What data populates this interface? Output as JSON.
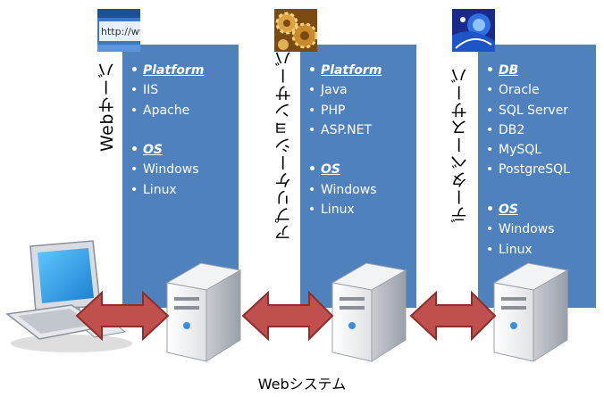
{
  "servers": [
    {
      "label": "Webサーバ",
      "items": [
        {
          "type": "head",
          "text": "Platform"
        },
        {
          "type": "item",
          "text": "IIS"
        },
        {
          "type": "item",
          "text": "Apache"
        },
        {
          "type": "gap",
          "text": ""
        },
        {
          "type": "head",
          "text": "OS"
        },
        {
          "type": "item",
          "text": "Windows"
        },
        {
          "type": "item",
          "text": "Linux"
        }
      ]
    },
    {
      "label": "アプリケーションサーバ",
      "items": [
        {
          "type": "head",
          "text": "Platform"
        },
        {
          "type": "item",
          "text": "Java"
        },
        {
          "type": "item",
          "text": "PHP"
        },
        {
          "type": "item",
          "text": "ASP.NET"
        },
        {
          "type": "gap",
          "text": ""
        },
        {
          "type": "head",
          "text": "OS"
        },
        {
          "type": "item",
          "text": "Windows"
        },
        {
          "type": "item",
          "text": "Linux"
        }
      ]
    },
    {
      "label": "データベースサーバ",
      "items": [
        {
          "type": "head",
          "text": "DB"
        },
        {
          "type": "item",
          "text": "Oracle"
        },
        {
          "type": "item",
          "text": "SQL Server"
        },
        {
          "type": "item",
          "text": "DB2"
        },
        {
          "type": "item",
          "text": "MySQL"
        },
        {
          "type": "item",
          "text": "PostgreSQL"
        },
        {
          "type": "gap",
          "text": ""
        },
        {
          "type": "head",
          "text": "OS"
        },
        {
          "type": "item",
          "text": "Windows"
        },
        {
          "type": "item",
          "text": "Linux"
        }
      ]
    }
  ],
  "bullet": "•",
  "icon_text_web": "http://ww",
  "footer": "Webシステム",
  "colors": {
    "panel": "#4f81bd",
    "arrow": "#c0504d",
    "arrow_border": "#8b2f2d"
  }
}
